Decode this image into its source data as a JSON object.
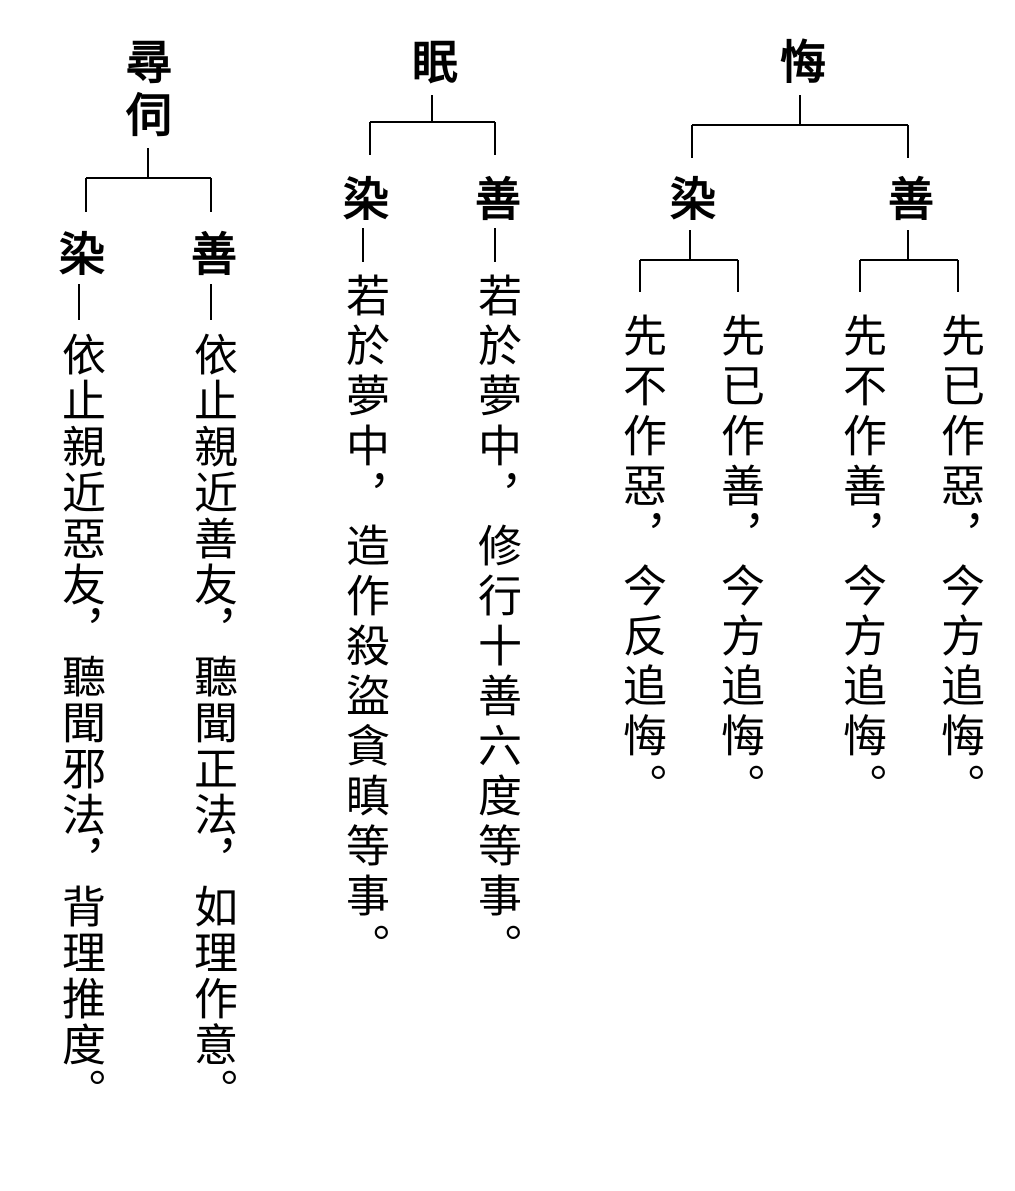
{
  "tree_xunsi": {
    "root": "尋伺",
    "left_branch": "染",
    "right_branch": "善",
    "left_text": "依止親近惡友，聽聞邪法，背理推度。",
    "right_text": "依止親近善友，聽聞正法，如理作意。"
  },
  "tree_mian": {
    "root": "眠",
    "left_branch": "染",
    "right_branch": "善",
    "left_text": "若於夢中，造作殺盜貪瞋等事。",
    "right_text": "若於夢中，修行十善六度等事。"
  },
  "tree_hui": {
    "root": "悔",
    "left_branch": "染",
    "right_branch": "善",
    "ran_left_text": "先不作惡，今反追悔。",
    "ran_right_text": "先已作善，今方追悔。",
    "shan_left_text": "先不作善，今方追悔。",
    "shan_right_text": "先已作惡，今方追悔。"
  }
}
